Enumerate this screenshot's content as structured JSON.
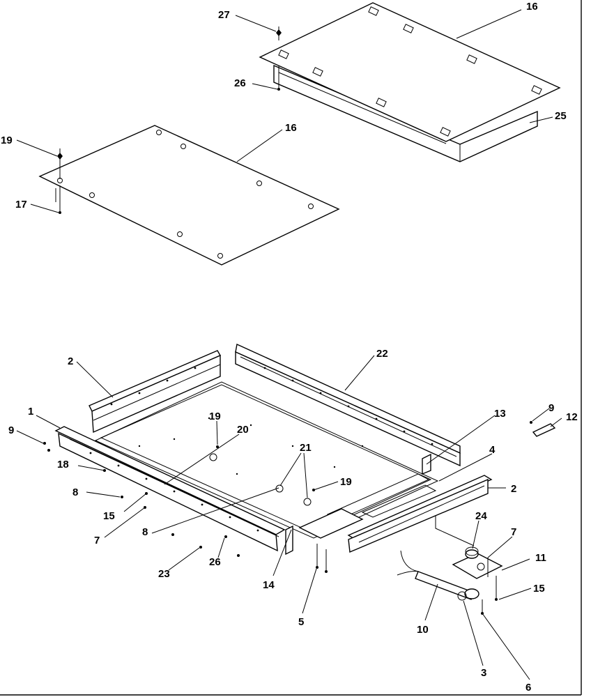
{
  "labels": {
    "l27": "27",
    "l16a": "16",
    "l26a": "26",
    "l25": "25",
    "l19a": "19",
    "l16b": "16",
    "l17": "17",
    "l2a": "2",
    "l22": "22",
    "l1": "1",
    "l9a": "9",
    "l9b": "9",
    "l12": "12",
    "l13": "13",
    "l19b": "19",
    "l20": "20",
    "l4": "4",
    "l18": "18",
    "l21": "21",
    "l19c": "19",
    "l2b": "2",
    "l8a": "8",
    "l15a": "15",
    "l7a": "7",
    "l24": "24",
    "l7b": "7",
    "l8b": "8",
    "l11": "11",
    "l23": "23",
    "l26b": "26",
    "l14": "14",
    "l15b": "15",
    "l5": "5",
    "l10": "10",
    "l3": "3",
    "l6": "6"
  }
}
